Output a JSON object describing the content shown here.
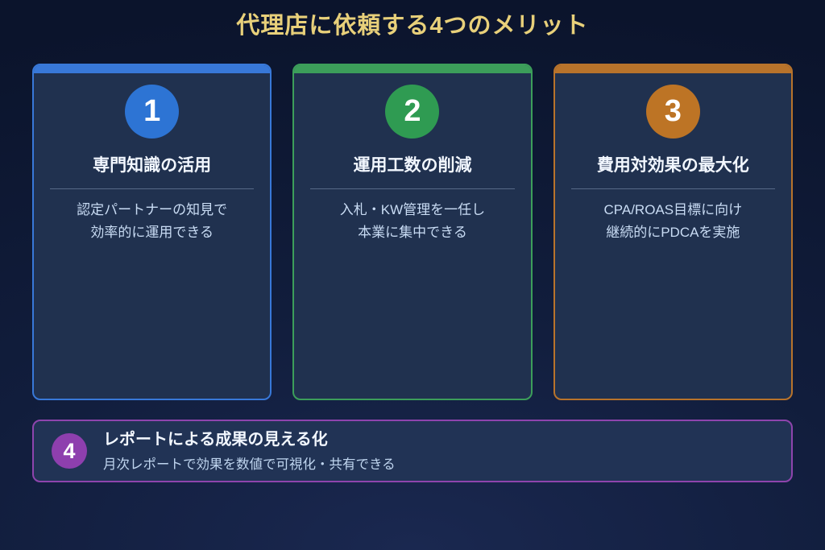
{
  "title": {
    "text": "代理店に依頼する4つのメリット",
    "color": "#e8d07a"
  },
  "cards": [
    {
      "number": "1",
      "accent": "#3878d8",
      "circle_color": "#2d74d4",
      "title": "専門知識の活用",
      "body": "認定パートナーの知見で\n効率的に運用できる"
    },
    {
      "number": "2",
      "accent": "#3c9e5a",
      "circle_color": "#2f9b52",
      "title": "運用工数の削減",
      "body": "入札・KW管理を一任し\n本業に集中できる"
    },
    {
      "number": "3",
      "accent": "#b8732b",
      "circle_color": "#bd7425",
      "title": "費用対効果の最大化",
      "body": "CPA/ROAS目標に向け\n継続的にPDCAを実施"
    }
  ],
  "banner": {
    "number": "4",
    "accent": "#8e44ad",
    "circle_color": "#8e3fae",
    "title": "レポートによる成果の見える化",
    "subtitle": "月次レポートで効果を数値で可視化・共有できる"
  }
}
